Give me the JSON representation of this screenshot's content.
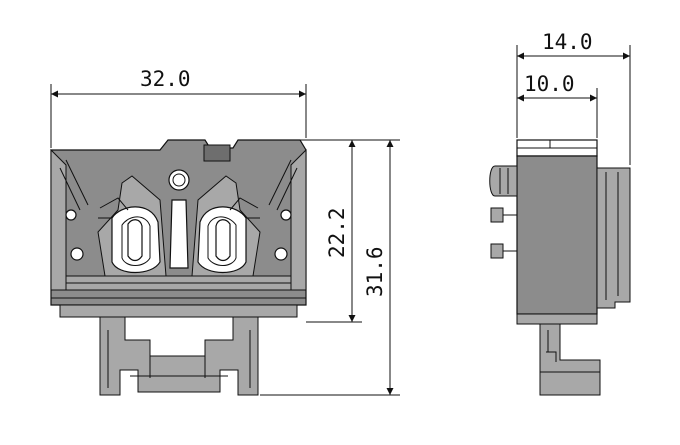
{
  "dimensions": {
    "front_width": "32.0",
    "front_height_inner": "22.2",
    "front_height_total": "31.6",
    "side_width_total": "14.0",
    "side_width_partial": "10.0"
  },
  "colors": {
    "housing": "#8c8c8c",
    "housing_light": "#a8a8a8",
    "line": "#111111",
    "background": "#ffffff"
  }
}
